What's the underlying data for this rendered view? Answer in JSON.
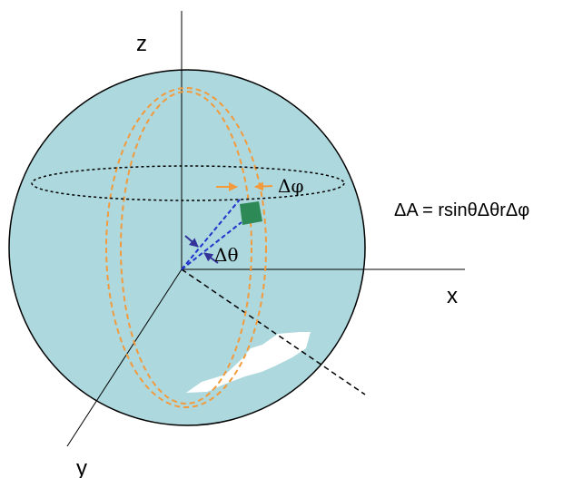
{
  "labels": {
    "z_axis": "z",
    "x_axis": "x",
    "y_axis": "y",
    "delta_phi": "Δφ",
    "delta_theta": "Δθ",
    "area_formula": "ΔA = rsinθΔθrΔφ"
  },
  "colors": {
    "sphere_fill": "#acd8de",
    "sphere_stroke": "#000000",
    "meridian": "#f39b3c",
    "equator_circle": "#000000",
    "radius_lines": "#2233cc",
    "theta_arrows": "#333399",
    "phi_arrows": "#f39b3c",
    "area_patch": "#2d8a57",
    "white_patch": "#ffffff"
  }
}
